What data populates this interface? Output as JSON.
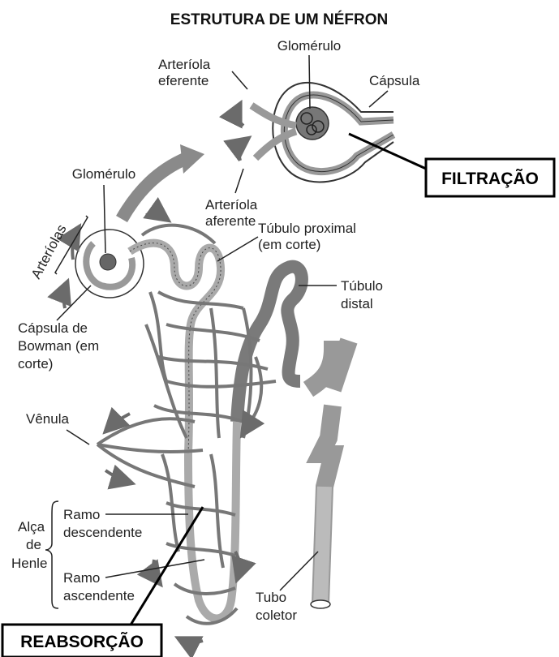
{
  "title": "ESTRUTURA DE UM NÉFRON",
  "inset": {
    "glomerulo": "Glomérulo",
    "arteriola_eferente_1": "Arteríola",
    "arteriola_eferente_2": "eferente",
    "capsula": "Cápsula",
    "arteriola_aferente_1": "Arteríola",
    "arteriola_aferente_2": "aferente",
    "filtracao": "FILTRAÇÃO"
  },
  "labels": {
    "glomerulo": "Glomérulo",
    "arteriolas": "Arteríolas",
    "tubulo_proximal_1": "Túbulo proximal",
    "tubulo_proximal_2": "(em corte)",
    "tubulo_distal_1": "Túbulo",
    "tubulo_distal_2": "distal",
    "capsula_bowman_1": "Cápsula de",
    "capsula_bowman_2": "Bowman (em",
    "capsula_bowman_3": "corte)",
    "venula": "Vênula",
    "alca_1": "Alça",
    "alca_2": "de",
    "alca_3": "Henle",
    "ramo_desc_1": "Ramo",
    "ramo_desc_2": "descendente",
    "ramo_asc_1": "Ramo",
    "ramo_asc_2": "ascendente",
    "tubo_coletor_1": "Tubo",
    "tubo_coletor_2": "coletor",
    "reabsorcao": "REABSORÇÃO"
  },
  "colors": {
    "vessel": "#8a8a8a",
    "vessel_dark": "#5a5a5a",
    "vessel_light": "#bdbdbd",
    "tubule_dark": "#6e6e6e",
    "outline": "#333333"
  }
}
